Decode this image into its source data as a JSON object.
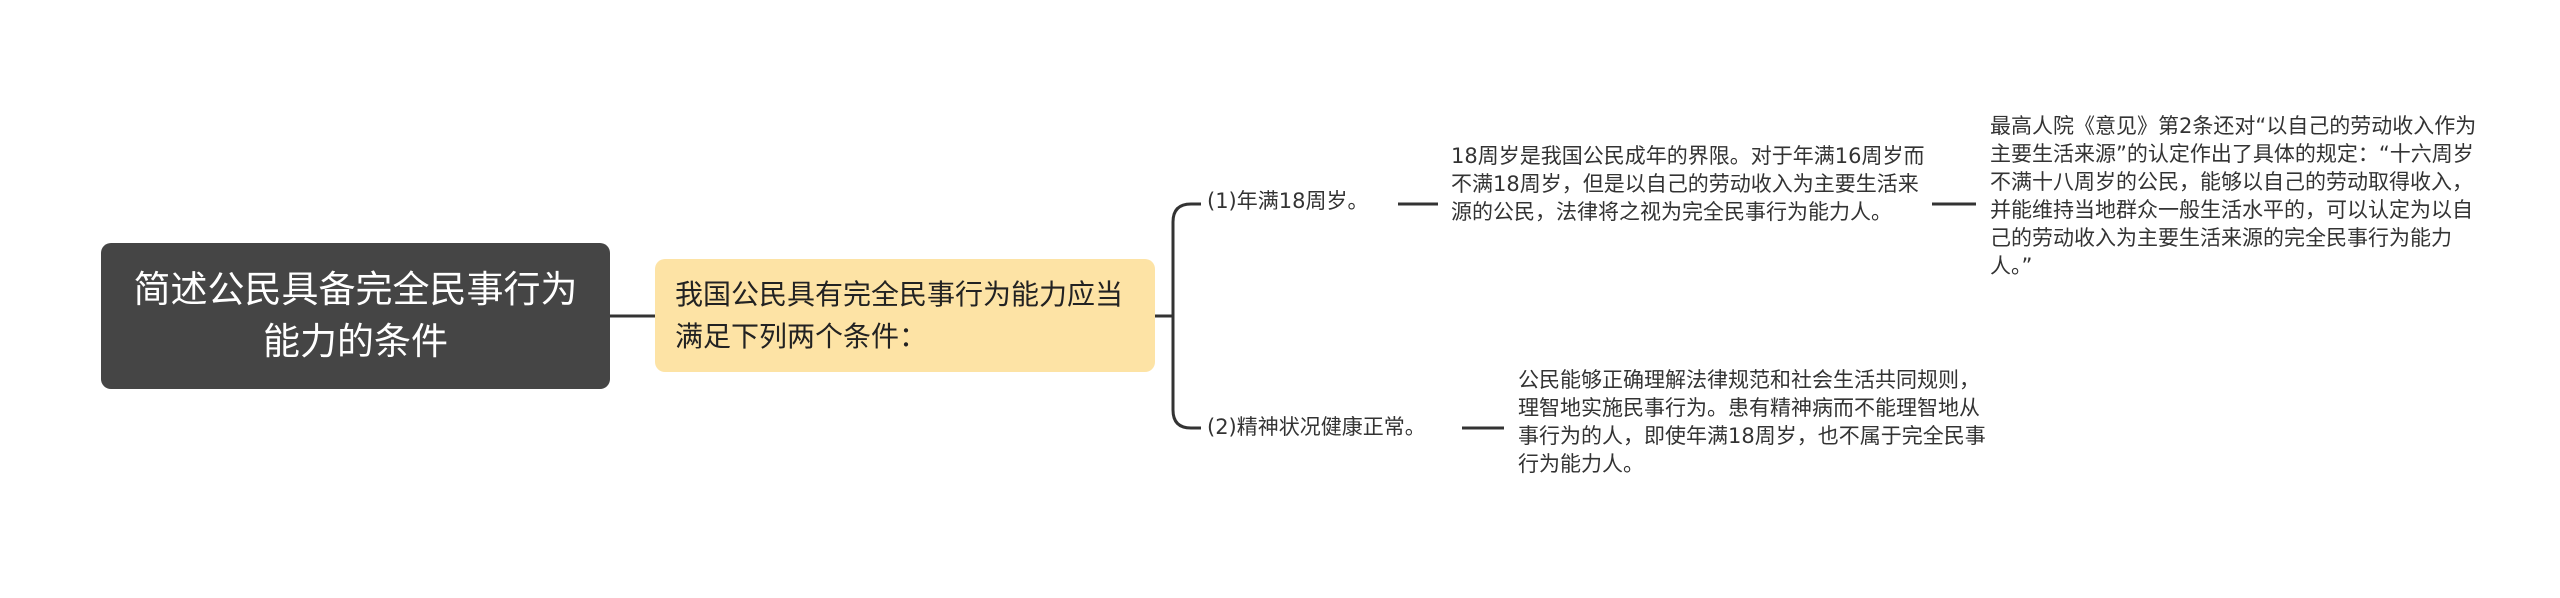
{
  "root": {
    "text": "简述公民具备完全民事行为能力的条件"
  },
  "intro": {
    "text": "我国公民具有完全民事行为能力应当满足下列两个条件："
  },
  "conditions": [
    {
      "label": "(1)年满18周岁。",
      "detail": "18周岁是我国公民成年的界限。对于年满16周岁而不满18周岁，但是以自己的劳动收入为主要生活来源的公民，法律将之视为完全民事行为能力人。",
      "sub": "最高人院《意见》第2条还对“以自己的劳动收入作为主要生活来源”的认定作出了具体的规定：“十六周岁不满十八周岁的公民，能够以自己的劳动取得收入，并能维持当地群众一般生活水平的，可以认定为以自己的劳动收入为主要生活来源的完全民事行为能力人。”"
    },
    {
      "label": "(2)精神状况健康正常。",
      "detail": "公民能够正确理解法律规范和社会生活共同规则，理智地实施民事行为。患有精神病而不能理智地从事行为的人，即使年满18周岁，也不属于完全民事行为能力人。"
    }
  ],
  "colors": {
    "root_fill": "#454545",
    "root_text": "#ffffff",
    "level1_fill": "#fde3a5",
    "connector": "#333333"
  }
}
